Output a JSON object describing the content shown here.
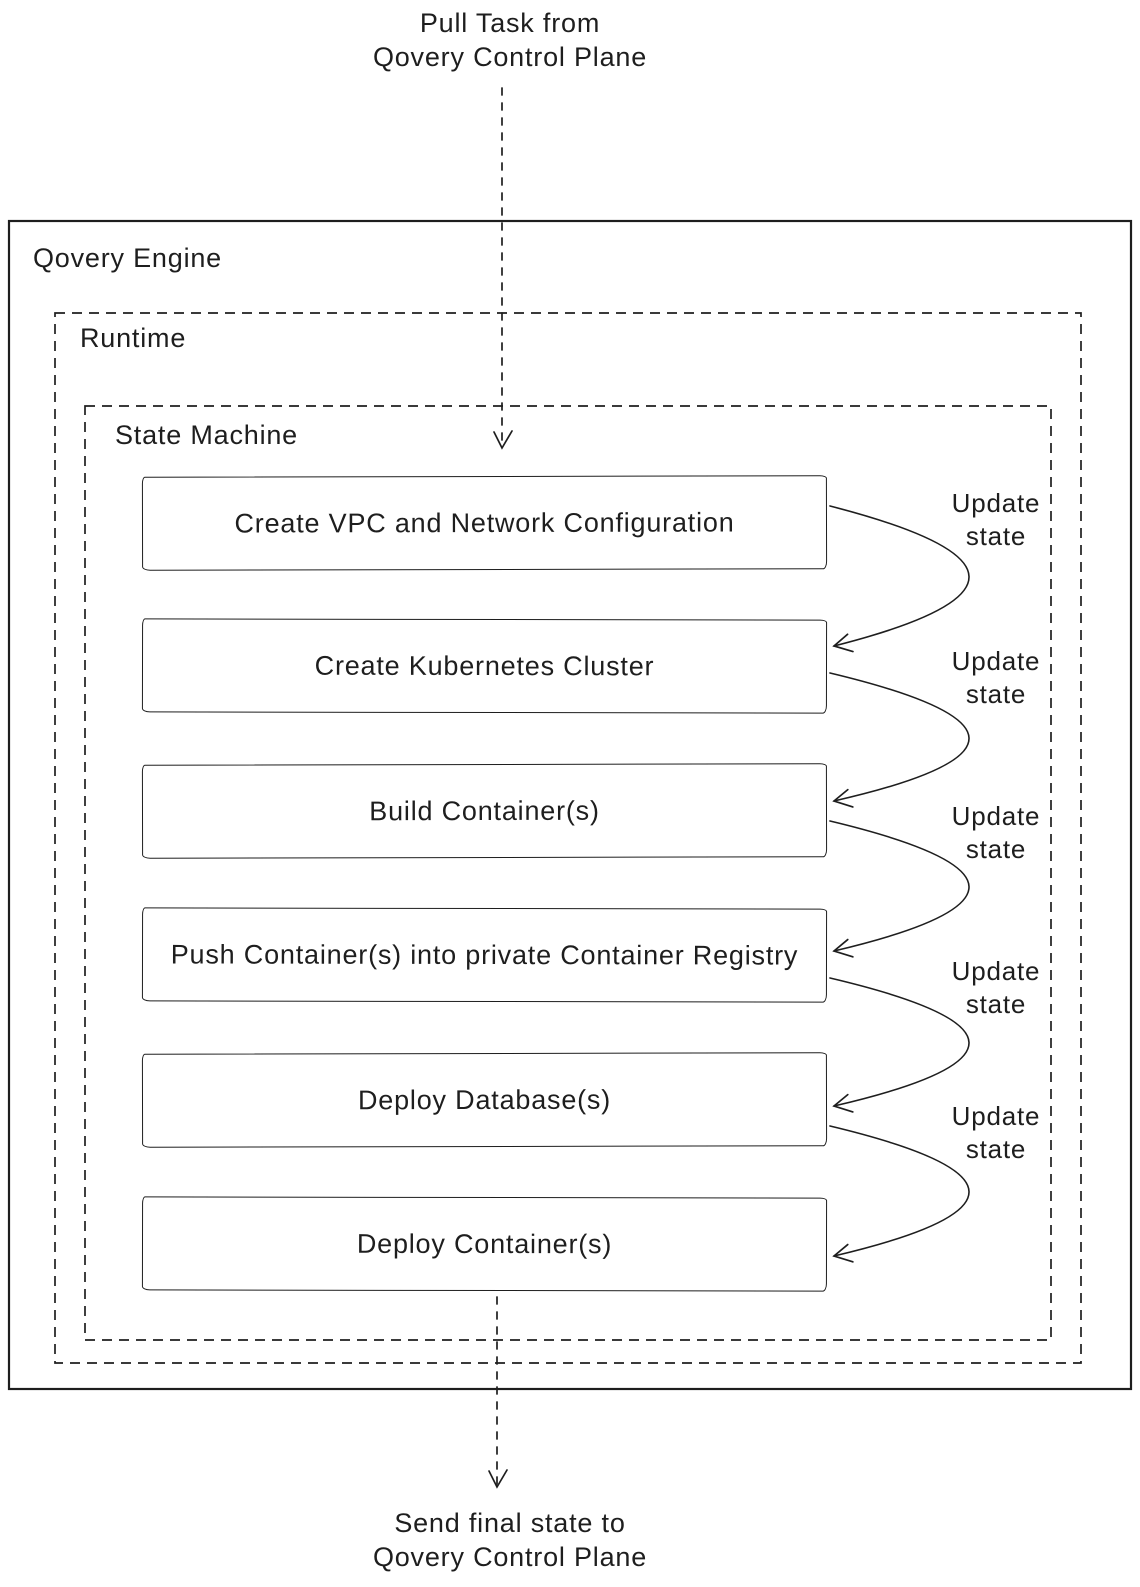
{
  "diagram": {
    "top_label": {
      "line1": "Pull Task from",
      "line2": "Qovery Control Plane"
    },
    "engine": {
      "label": "Qovery Engine"
    },
    "runtime": {
      "label": "Runtime"
    },
    "state_machine": {
      "label": "State Machine"
    },
    "steps": [
      {
        "label": "Create VPC and Network Configuration"
      },
      {
        "label": "Create Kubernetes Cluster"
      },
      {
        "label": "Build Container(s)"
      },
      {
        "label": "Push Container(s) into private Container Registry"
      },
      {
        "label": "Deploy Database(s)"
      },
      {
        "label": "Deploy Container(s)"
      }
    ],
    "update_state": {
      "line1": "Update",
      "line2": "state"
    },
    "bottom_label": {
      "line1": "Send final state to",
      "line2": "Qovery Control Plane"
    },
    "colors": {
      "stroke": "#1e1e1e",
      "background": "#ffffff"
    }
  }
}
